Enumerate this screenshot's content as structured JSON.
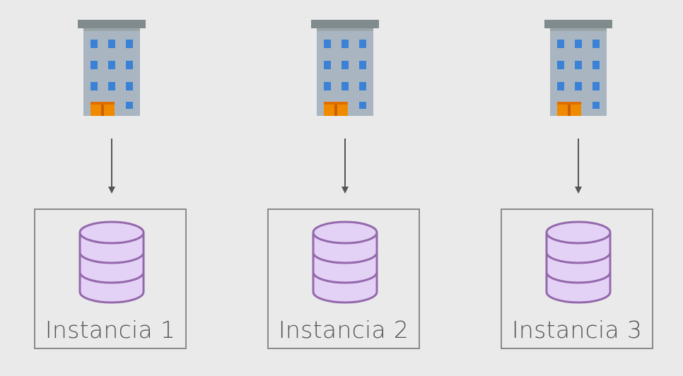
{
  "colors": {
    "background": "#eaeaea",
    "box_border": "#8a8a8a",
    "arrow": "#555555",
    "label_text": "#555555",
    "database_fill": "#e4d2f6",
    "database_stroke": "#9469ac",
    "building_wall": "#a8b6c2",
    "building_roof": "#7f8c8d",
    "building_window": "#3b82d6",
    "building_door": "#f08a00"
  },
  "instances": [
    {
      "label": "Instancia 1",
      "icon": "office-building-icon",
      "db_icon": "database-icon"
    },
    {
      "label": "Instancia 2",
      "icon": "office-building-icon",
      "db_icon": "database-icon"
    },
    {
      "label": "Instancia 3",
      "icon": "office-building-icon",
      "db_icon": "database-icon"
    }
  ]
}
